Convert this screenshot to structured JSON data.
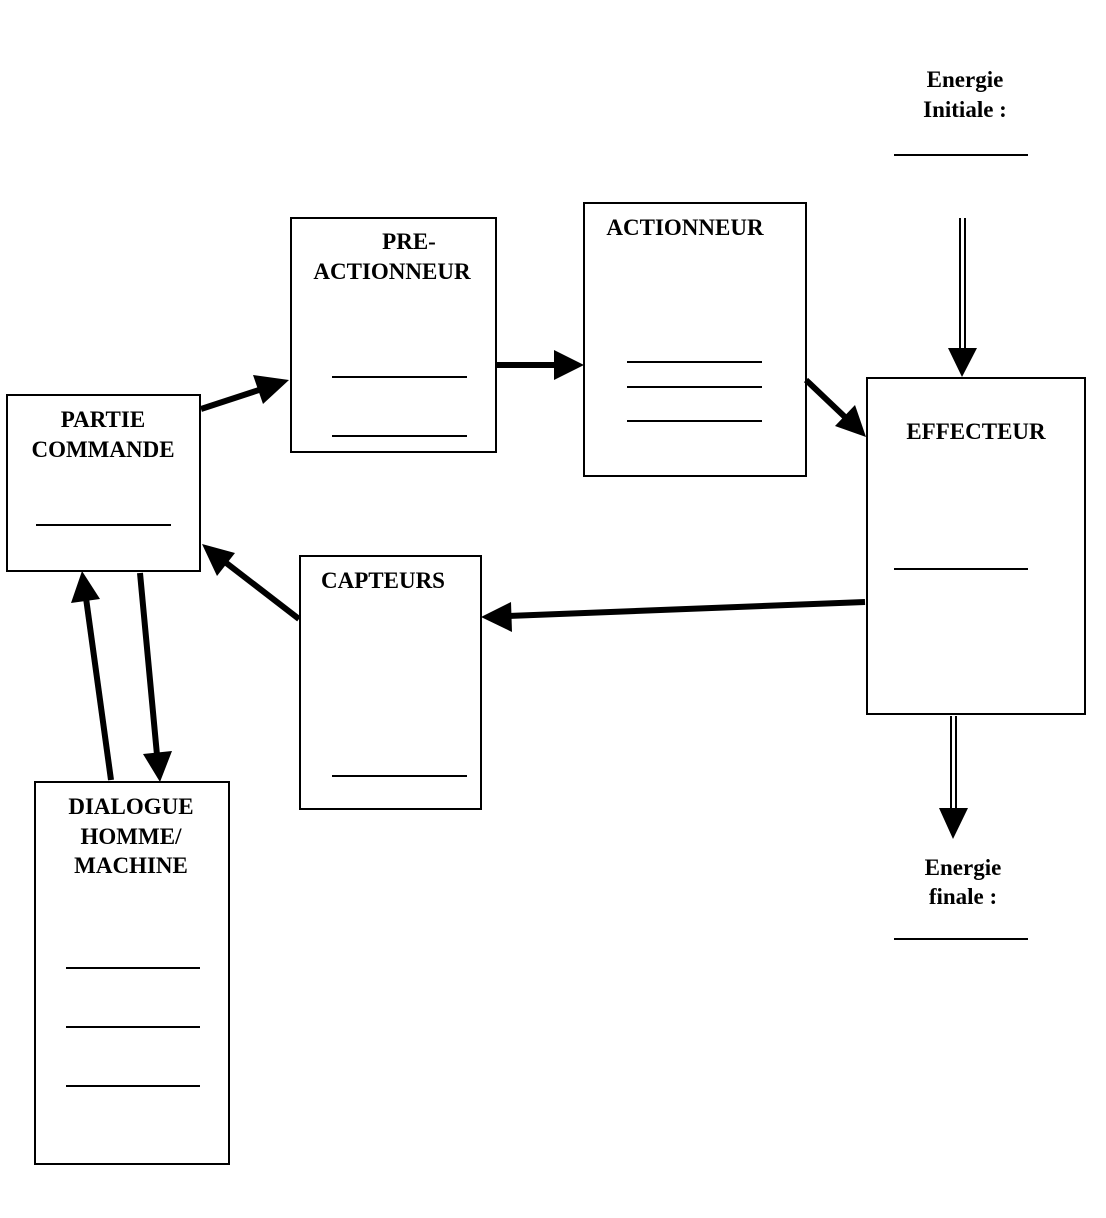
{
  "blocks": {
    "partie_commande": [
      "PARTIE",
      "COMMANDE"
    ],
    "pre_actionneur": [
      "PRE-",
      "ACTIONNEUR"
    ],
    "actionneur": "ACTIONNEUR",
    "effecteur": "EFFECTEUR",
    "capteurs": "CAPTEURS",
    "dialogue": [
      "DIALOGUE",
      "HOMME/",
      "MACHINE"
    ]
  },
  "energy": {
    "initial": [
      "Energie",
      "Initiale :"
    ],
    "final": [
      "Energie",
      "finale :"
    ]
  }
}
